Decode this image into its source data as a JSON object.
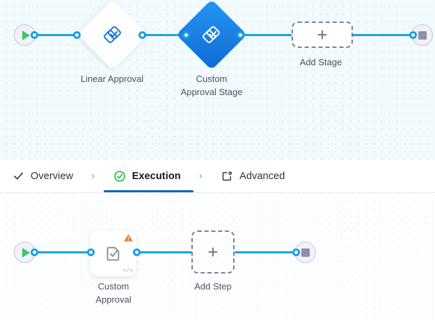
{
  "stage_canvas": {
    "name": "stage-flow-canvas",
    "background_color": "#f1fafd",
    "start_node": {
      "icon": "play-icon",
      "title": "Start"
    },
    "end_node": {
      "icon": "stop-icon",
      "title": "End"
    },
    "nodes": [
      {
        "id": "linear-approval",
        "label": "Linear Approval",
        "icon": "approval-diamond-check-icon",
        "style": "white-diamond",
        "selected": false
      },
      {
        "id": "custom-approval-stage",
        "label": "Custom\nApproval Stage",
        "icon": "approval-diamond-check-icon",
        "style": "blue-diamond",
        "selected": true
      }
    ],
    "add_button": {
      "label": "Add Stage",
      "icon": "plus-icon"
    },
    "edge_color": "#19a0e8"
  },
  "tabs": {
    "items": [
      {
        "id": "overview",
        "label": "Overview",
        "icon": "check-icon",
        "active": false
      },
      {
        "id": "execution",
        "label": "Execution",
        "icon": "check-circle-icon",
        "active": true
      },
      {
        "id": "advanced",
        "label": "Advanced",
        "icon": "window-gear-icon",
        "active": false
      }
    ],
    "separator": "›",
    "active_underline_color": "#0b63ce",
    "active_icon_color": "#18c03c"
  },
  "step_canvas": {
    "name": "step-flow-canvas",
    "background_color": "#ffffff",
    "start_node": {
      "icon": "play-icon",
      "title": "Start"
    },
    "end_node": {
      "icon": "stop-icon",
      "title": "End"
    },
    "nodes": [
      {
        "id": "custom-approval",
        "label": "Custom\nApproval",
        "icon": "document-check-icon",
        "warning_icon": "warning-triangle-icon",
        "warning_color": "#f57c1f",
        "code_badge": "</>"
      }
    ],
    "add_button": {
      "label": "Add Step",
      "icon": "plus-icon"
    },
    "edge_color": "#19a0e8"
  }
}
